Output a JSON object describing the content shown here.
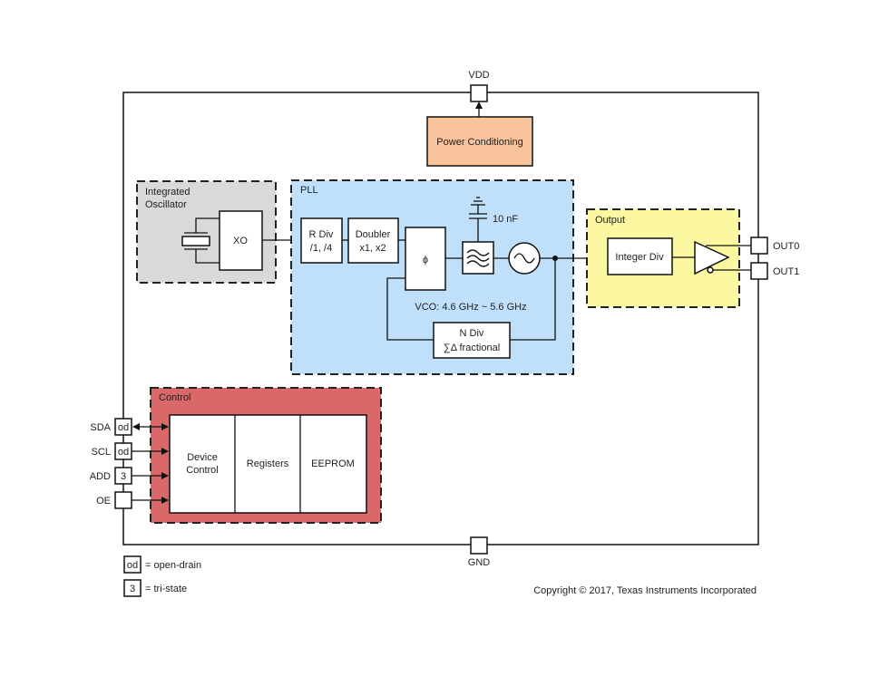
{
  "pins": {
    "vdd": "VDD",
    "gnd": "GND",
    "out0": "OUT0",
    "out1": "OUT1",
    "sda": "SDA",
    "scl": "SCL",
    "add": "ADD",
    "oe": "OE"
  },
  "pin_marks": {
    "sda": "od",
    "scl": "od",
    "add": "3"
  },
  "power": {
    "label": "Power Conditioning",
    "color": "#f9c39b"
  },
  "oscillator": {
    "title_line1": "Integrated",
    "title_line2": "Oscillator",
    "xo": "XO",
    "color": "#d9d9d9"
  },
  "pll": {
    "title": "PLL",
    "color": "#bfdffa",
    "rdiv_line1": "R Div",
    "rdiv_line2": "/1, /4",
    "doubler_line1": "Doubler",
    "doubler_line2": "x1, x2",
    "phase": "ϕ",
    "cap": "10 nF",
    "vco": "VCO: 4.6 GHz ~ 5.6 GHz",
    "ndiv_line1": "N Div",
    "ndiv_line2": "∑Δ fractional"
  },
  "output": {
    "title": "Output",
    "intdiv": "Integer Div",
    "color": "#fbf8a1"
  },
  "control": {
    "title": "Control",
    "device_line1": "Device",
    "device_line2": "Control",
    "registers": "Registers",
    "eeprom": "EEPROM",
    "color": "#d96969"
  },
  "legend": {
    "od_mark": "od",
    "od_text": "= open-drain",
    "ts_mark": "3",
    "ts_text": "= tri-state"
  },
  "copyright": "Copyright © 2017, Texas Instruments Incorporated"
}
